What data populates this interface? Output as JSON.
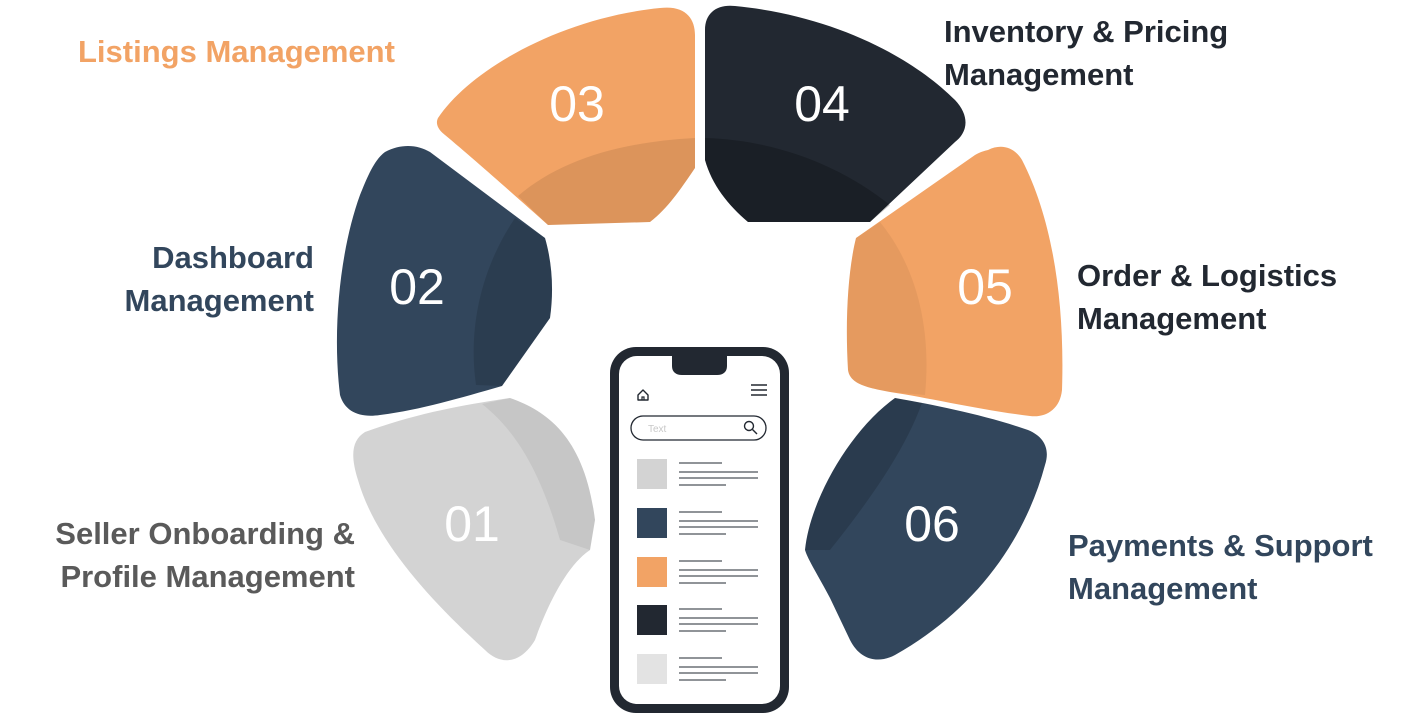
{
  "colors": {
    "orange": "#F2A365",
    "navy": "#32465C",
    "dark": "#222831",
    "gray": "#D3D3D3",
    "gray_text": "#5A5A5A"
  },
  "segments": [
    {
      "number": "01",
      "label_lines": [
        "Seller Onboarding &",
        "Profile Management"
      ],
      "color": "#D3D3D3",
      "label_color": "#5A5A5A"
    },
    {
      "number": "02",
      "label_lines": [
        "Dashboard",
        "Management"
      ],
      "color": "#32465C",
      "label_color": "#32465C"
    },
    {
      "number": "03",
      "label_lines": [
        "Listings Management"
      ],
      "color": "#F2A365",
      "label_color": "#F2A365"
    },
    {
      "number": "04",
      "label_lines": [
        "Inventory & Pricing",
        "Management"
      ],
      "color": "#222831",
      "label_color": "#222831"
    },
    {
      "number": "05",
      "label_lines": [
        "Order & Logistics",
        "Management"
      ],
      "color": "#F2A365",
      "label_color": "#222831"
    },
    {
      "number": "06",
      "label_lines": [
        "Payments & Support",
        "Management"
      ],
      "color": "#32465C",
      "label_color": "#32465C"
    }
  ],
  "phone": {
    "search_placeholder": "Text",
    "icons": [
      "home-icon",
      "menu-icon",
      "search-icon"
    ],
    "list_item_colors": [
      "#D3D3D3",
      "#32465C",
      "#F2A365",
      "#222831",
      "#E3E3E3"
    ]
  }
}
